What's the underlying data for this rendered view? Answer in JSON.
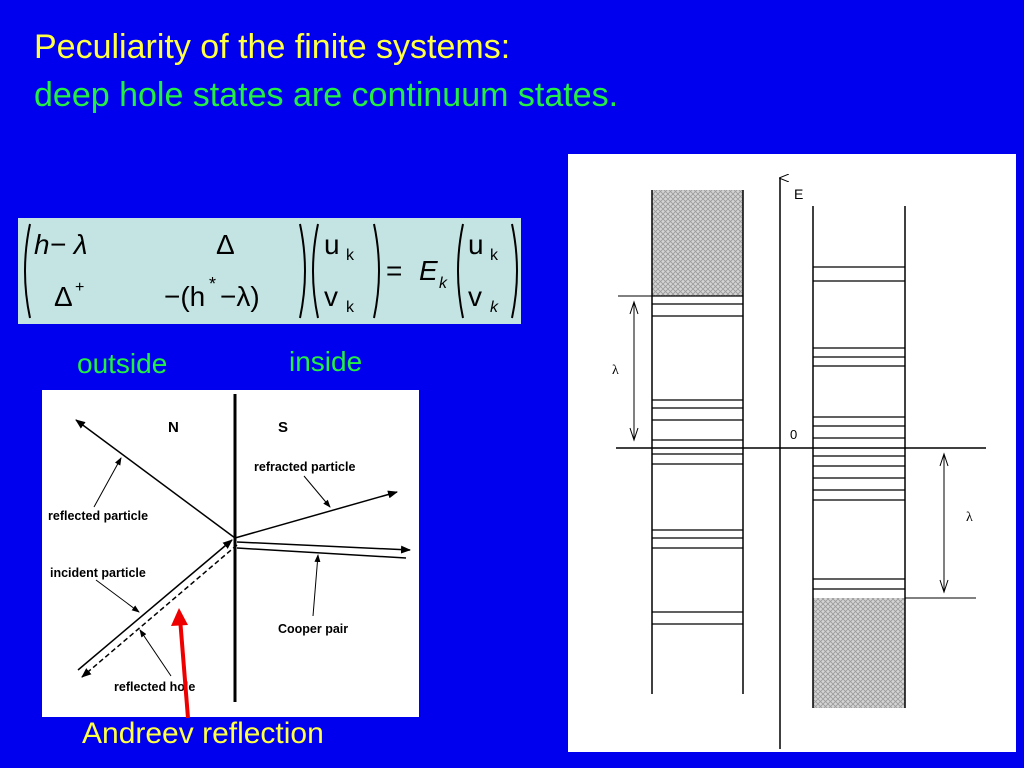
{
  "slide": {
    "title_line1": "Peculiarity of the finite systems:",
    "title_line2": "deep hole states are continuum states.",
    "label_outside": "outside",
    "label_inside": "inside",
    "label_andreev": "Andreev reflection"
  },
  "equation": {
    "m11": "h− λ",
    "m12": "Δ",
    "m21": "Δ",
    "m21_sup": "+",
    "m22_pre": "−(h",
    "m22_sup": "*",
    "m22_post": "−λ)",
    "u": "u",
    "v": "v",
    "k": "k",
    "equals": "=",
    "E": "E"
  },
  "andreev_diagram": {
    "region_n": "N",
    "region_s": "S",
    "refracted_particle": "refracted particle",
    "reflected_particle": "reflected particle",
    "incident_particle": "incident particle",
    "cooper_pair": "Cooper pair",
    "reflected_hole": "reflected hole"
  },
  "level_diagram": {
    "axis_label": "E",
    "zero_label": "0",
    "lambda_label": "λ"
  },
  "colors": {
    "background": "#0000ee",
    "title_yellow": "#ffff44",
    "title_green": "#22ee44",
    "equation_bg": "#c4e4e4",
    "arrow_red": "#ee0000"
  }
}
